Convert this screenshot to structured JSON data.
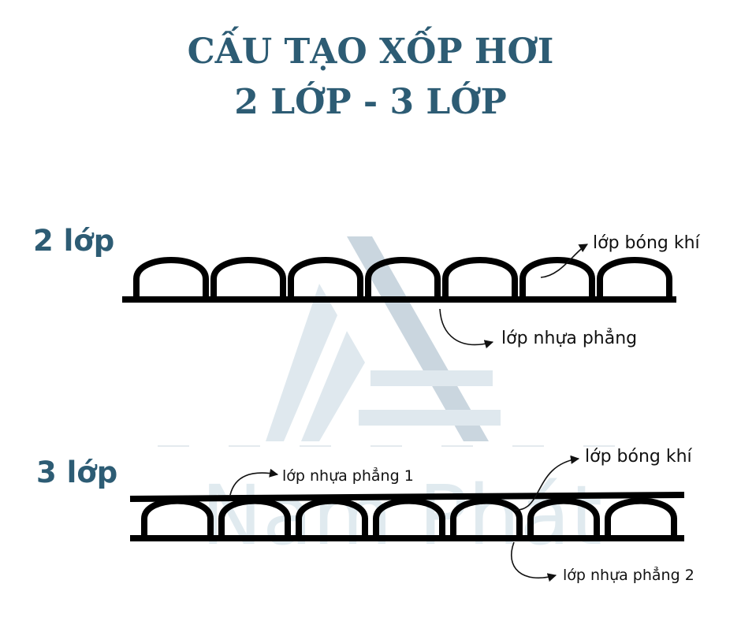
{
  "title": {
    "line1": "CẤU TẠO XỐP HƠI",
    "line2": "2 LỚP - 3 LỚP"
  },
  "watermark": {
    "text": "Nam Phát"
  },
  "two_layer": {
    "name": "2 lớp",
    "bubble_count": 7,
    "labels": {
      "bubble": "lớp bóng khí",
      "flat": "lớp nhựa phẳng"
    }
  },
  "three_layer": {
    "name": "3 lớp",
    "bubble_count": 7,
    "labels": {
      "flat_1": "lớp nhựa phẳng 1",
      "bubble": "lớp bóng khí",
      "flat_2": "lớp nhựa phẳng 2"
    }
  },
  "colors": {
    "heading": "#2d5c74",
    "stroke": "#000000",
    "watermark": "#c3d6e0"
  }
}
